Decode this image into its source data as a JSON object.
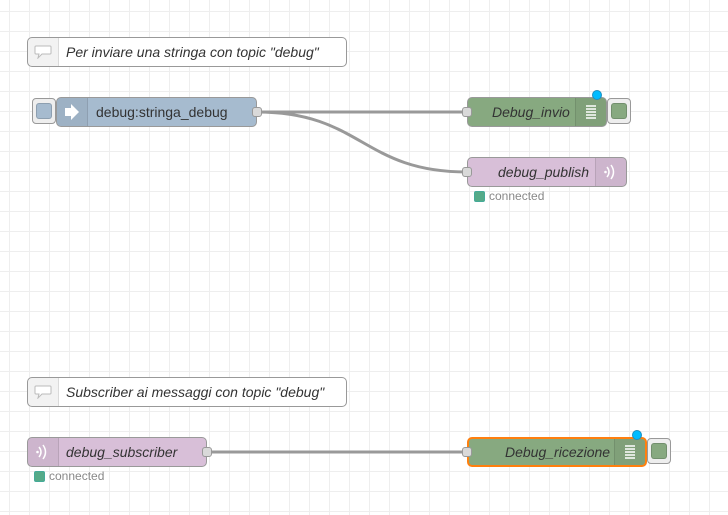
{
  "colors": {
    "inject": "#a6bbcf",
    "debug": "#87a980",
    "mqtt": "#d8bfd8",
    "comment": "#ffffff",
    "selected": "#ff7f0e",
    "status_connected": "#55aa88",
    "changed_indicator": "#00bcff"
  },
  "comments": [
    {
      "text": "Per inviare una stringa con topic \"debug\"",
      "icon": "comment-bubble-icon"
    },
    {
      "text": "Subscriber ai messaggi con topic \"debug\"",
      "icon": "comment-bubble-icon"
    }
  ],
  "nodes": {
    "inject": {
      "label": "debug:stringa_debug",
      "icon": "inject-arrow-icon",
      "type": "inject"
    },
    "debug_invio": {
      "label": "Debug_invio",
      "icon": "debug-list-icon",
      "type": "debug"
    },
    "debug_publish": {
      "label": "debug_publish",
      "icon": "mqtt-wave-icon",
      "type": "mqtt out",
      "status": "connected"
    },
    "debug_subscriber": {
      "label": "debug_subscriber",
      "icon": "mqtt-wave-icon",
      "type": "mqtt in",
      "status": "connected"
    },
    "debug_ricezione": {
      "label": "Debug_ricezione",
      "icon": "debug-list-icon",
      "type": "debug",
      "selected": true
    }
  }
}
